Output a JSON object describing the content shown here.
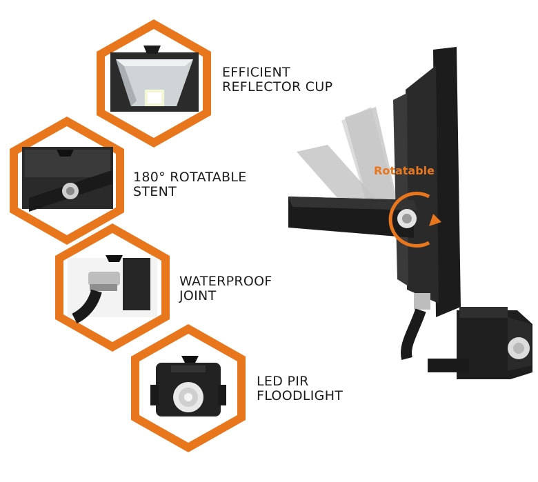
{
  "features": [
    {
      "icon": "reflector-cup-icon",
      "line1": "EFFICIENT",
      "line2": "REFLECTOR CUP"
    },
    {
      "icon": "rotatable-stent-icon",
      "line1": "180° ROTATABLE",
      "line2": "STENT"
    },
    {
      "icon": "waterproof-joint-icon",
      "line1": "WATERPROOF",
      "line2": "JOINT"
    },
    {
      "icon": "pir-sensor-icon",
      "line1": "LED PIR",
      "line2": "FLOODLIGHT"
    }
  ],
  "product": {
    "rotate_label": "Rotatable"
  },
  "colors": {
    "accent": "#e8761c",
    "dark": "#1e1e1e"
  }
}
